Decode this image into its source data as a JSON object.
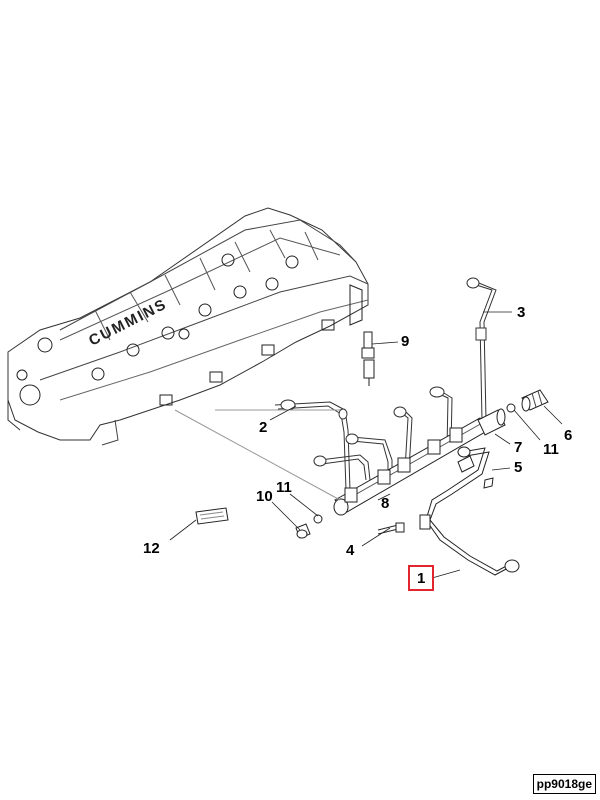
{
  "diagram": {
    "brand_text": "CUMMINS",
    "reference_code": "pp9018ge",
    "highlight_color": "#e3262d",
    "callouts": [
      {
        "id": "1",
        "label": "1",
        "part": "fuel line",
        "highlighted": true
      },
      {
        "id": "2",
        "label": "2",
        "part": "fuel line"
      },
      {
        "id": "3",
        "label": "3",
        "part": "fuel line"
      },
      {
        "id": "4",
        "label": "4",
        "part": "bolt"
      },
      {
        "id": "5",
        "label": "5",
        "part": "clamp"
      },
      {
        "id": "6",
        "label": "6",
        "part": "sensor"
      },
      {
        "id": "7",
        "label": "7",
        "part": "fuel rail valve"
      },
      {
        "id": "8",
        "label": "8",
        "part": "fuel rail"
      },
      {
        "id": "9",
        "label": "9",
        "part": "pressure sensor"
      },
      {
        "id": "10",
        "label": "10",
        "part": "plug"
      },
      {
        "id": "11a",
        "label": "11",
        "part": "seal ring"
      },
      {
        "id": "11b",
        "label": "11",
        "part": "seal ring"
      },
      {
        "id": "12",
        "label": "12",
        "part": "label"
      }
    ]
  }
}
